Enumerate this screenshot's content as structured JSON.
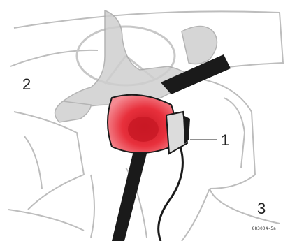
{
  "diagram": {
    "callouts": [
      {
        "id": "1",
        "label": "1"
      },
      {
        "id": "2",
        "label": "2"
      },
      {
        "id": "3",
        "label": "3"
      }
    ],
    "reference_code": "883004-5a",
    "colors": {
      "airbag_red": "#e8303c",
      "airbag_deep": "#c81824",
      "belt": "#1a1a1a",
      "line_art": "#bdbdbd",
      "ghost_fill": "#cfcfcf"
    }
  }
}
